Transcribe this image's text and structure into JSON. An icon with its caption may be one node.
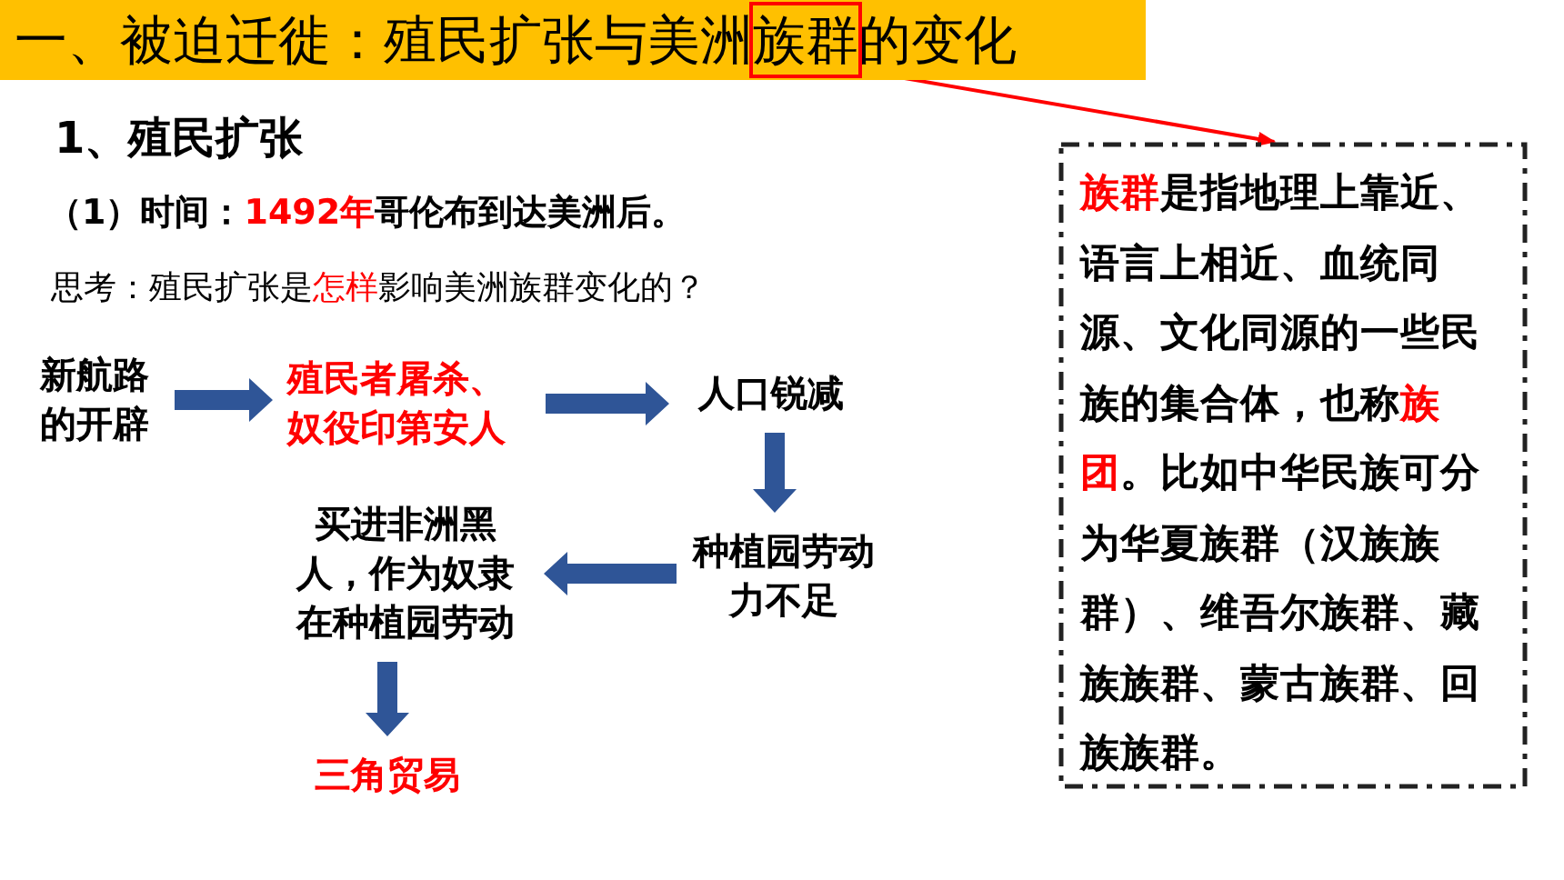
{
  "diagram": {
    "nodes": [
      {
        "text": [
          "一、被迫迁徙：殖民扩张与美洲族群的变化"
        ]
      },
      {
        "text": [],
        "shape": "box",
        "in": 0
      },
      {
        "text": [
          "新航路的开辟"
        ]
      },
      {
        "text": [
          "殖民者屠杀、奴役印第安人"
        ]
      },
      {
        "text": [
          "人口锐减"
        ]
      },
      {
        "text": [
          "种植园劳动力不足"
        ]
      },
      {
        "text": [
          "买进非洲黑人，作为奴隶在种植园劳动"
        ]
      },
      {
        "text": [
          "三角贸易"
        ]
      },
      {
        "text": [
          "**族群**是指地理上靠近、语言上相近、血统同源、文化同源的一些民族的集合体，也称**族团**。比如中华民族可分为华夏族群（汉族族群）、维吾尔族群、藏族族群、蒙古族群、回族族群。"
        ]
      }
    ],
    "edges": [
      {
        "from": 1,
        "to": 8,
        "arrow": "to",
        "color": "#ff0000"
      },
      {
        "from": 2,
        "to": 3,
        "arrow": "to",
        "style": "thick"
      },
      {
        "from": 3,
        "to": 4,
        "arrow": "to",
        "style": "thick"
      },
      {
        "from": 4,
        "to": 5,
        "arrow": "to",
        "style": "thick"
      },
      {
        "from": 5,
        "to": 6,
        "arrow": "to",
        "style": "thick"
      },
      {
        "from": 6,
        "to": 7,
        "arrow": "to",
        "style": "thick"
      }
    ],
    "labels": [
      "1、殖民扩张",
      "（1）时间：**1492年**哥伦布到达美洲后。",
      "思考：殖民扩张是**怎样**影响美洲族群变化的？"
    ]
  }
}
